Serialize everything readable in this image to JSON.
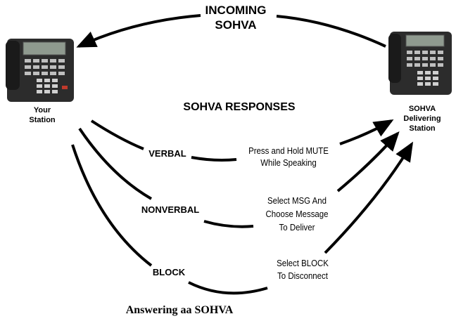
{
  "incoming": {
    "line1": "INCOMING",
    "line2": "SOHVA"
  },
  "your_station": {
    "line1": "Your",
    "line2": "Station"
  },
  "delivering_station": {
    "line1": "SOHVA",
    "line2": "Delivering",
    "line3": "Station"
  },
  "responses_title": "SOHVA RESPONSES",
  "responses": [
    {
      "label": "VERBAL",
      "action_line1": "Press and Hold MUTE",
      "action_line2": "While Speaking"
    },
    {
      "label": "NONVERBAL",
      "action_line1": "Select MSG And",
      "action_line2": "Choose Message",
      "action_line3": "To Deliver"
    },
    {
      "label": "BLOCK",
      "action_line1": "Select BLOCK",
      "action_line2": "To Disconnect"
    }
  ],
  "caption": "Answering aa SOHVA"
}
